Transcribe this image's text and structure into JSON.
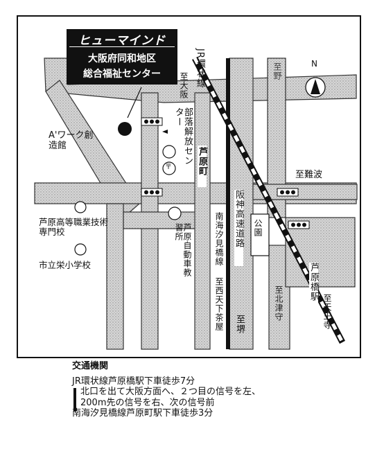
{
  "title_box": {
    "brand": "ヒューマインド",
    "line1": "大阪府同和地区",
    "line2": "総合福祉センター"
  },
  "compass": {
    "label": "N"
  },
  "labels": {
    "buraku": "部落解放センター",
    "aprime": "A'ワーク創造館",
    "ashiwara_cho": "芦原町",
    "jr_loop": "JR環状線",
    "to_osaka": "至大阪",
    "to_namba": "至難波",
    "park": "公園",
    "hanshin": "阪神高速道路",
    "nankai": "南海汐見橋線",
    "to_nishitenka": "至西天下茶屋",
    "to_sakai": "至堺",
    "driving_school": "芦原自動車教習所",
    "high_school": "芦原高等職業技術専門校",
    "sakae_school": "市立栄小学校",
    "ashiwarabashi": "芦原橋駅",
    "to_tennoji": "至天王寺",
    "right_upper_road": "至野",
    "right_lower_road": "至北津守",
    "post_symbol": "〒"
  },
  "access": {
    "heading": "交通機関",
    "line1": "JR環状線芦原橋駅下車徒歩7分",
    "detail1": "北口を出て大阪方面へ、２つ目の信号を左、",
    "detail2": "200m先の信号を右、次の信号前",
    "line2": "南海汐見橋線芦原町駅下車徒歩3分"
  },
  "colors": {
    "ink": "#111111",
    "road": "#cfcfcf",
    "paper": "#ffffff"
  }
}
